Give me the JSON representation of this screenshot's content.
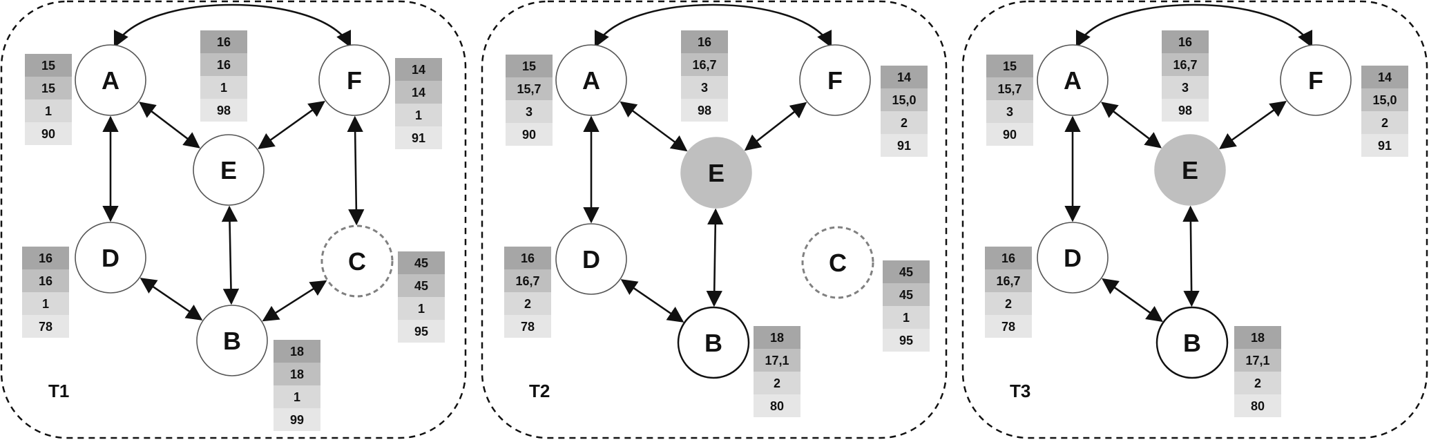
{
  "colors": {
    "row1": "#a6a6a6",
    "row2": "#bfbfbf",
    "row3": "#d9d9d9",
    "row4": "#e6e6e6",
    "highlight_node": "#bfbfbf",
    "dashed_node": "#808080"
  },
  "panels": [
    {
      "label": "T1",
      "nodes": [
        {
          "id": "A",
          "label": "A",
          "style": "normal",
          "values": [
            "15",
            "15",
            "1",
            "90"
          ]
        },
        {
          "id": "E",
          "label": "E",
          "style": "normal",
          "values": [
            "16",
            "16",
            "1",
            "98"
          ]
        },
        {
          "id": "F",
          "label": "F",
          "style": "normal",
          "values": [
            "14",
            "14",
            "1",
            "91"
          ]
        },
        {
          "id": "D",
          "label": "D",
          "style": "normal",
          "values": [
            "16",
            "16",
            "1",
            "78"
          ]
        },
        {
          "id": "C",
          "label": "C",
          "style": "dashed",
          "values": [
            "45",
            "45",
            "1",
            "95"
          ]
        },
        {
          "id": "B",
          "label": "B",
          "style": "normal",
          "values": [
            "18",
            "18",
            "1",
            "99"
          ]
        }
      ],
      "edges": [
        [
          "A",
          "F"
        ],
        [
          "A",
          "E"
        ],
        [
          "F",
          "E"
        ],
        [
          "A",
          "D"
        ],
        [
          "F",
          "C"
        ],
        [
          "E",
          "B"
        ],
        [
          "D",
          "B"
        ],
        [
          "C",
          "B"
        ]
      ]
    },
    {
      "label": "T2",
      "nodes": [
        {
          "id": "A",
          "label": "A",
          "style": "normal",
          "values": [
            "15",
            "15,7",
            "3",
            "90"
          ]
        },
        {
          "id": "E",
          "label": "E",
          "style": "highlight",
          "values": [
            "16",
            "16,7",
            "3",
            "98"
          ]
        },
        {
          "id": "F",
          "label": "F",
          "style": "normal",
          "values": [
            "14",
            "15,0",
            "2",
            "91"
          ]
        },
        {
          "id": "D",
          "label": "D",
          "style": "normal",
          "values": [
            "16",
            "16,7",
            "2",
            "78"
          ]
        },
        {
          "id": "C",
          "label": "C",
          "style": "dashed",
          "values": [
            "45",
            "45",
            "1",
            "95"
          ]
        },
        {
          "id": "B",
          "label": "B",
          "style": "bold",
          "values": [
            "18",
            "17,1",
            "2",
            "80"
          ]
        }
      ],
      "edges": [
        [
          "A",
          "F"
        ],
        [
          "A",
          "E"
        ],
        [
          "F",
          "E"
        ],
        [
          "A",
          "D"
        ],
        [
          "E",
          "B"
        ],
        [
          "D",
          "B"
        ]
      ]
    },
    {
      "label": "T3",
      "nodes": [
        {
          "id": "A",
          "label": "A",
          "style": "normal",
          "values": [
            "15",
            "15,7",
            "3",
            "90"
          ]
        },
        {
          "id": "E",
          "label": "E",
          "style": "highlight",
          "values": [
            "16",
            "16,7",
            "3",
            "98"
          ]
        },
        {
          "id": "F",
          "label": "F",
          "style": "normal",
          "values": [
            "14",
            "15,0",
            "2",
            "91"
          ]
        },
        {
          "id": "D",
          "label": "D",
          "style": "normal",
          "values": [
            "16",
            "16,7",
            "2",
            "78"
          ]
        },
        {
          "id": "B",
          "label": "B",
          "style": "bold",
          "values": [
            "18",
            "17,1",
            "2",
            "80"
          ]
        }
      ],
      "edges": [
        [
          "A",
          "F"
        ],
        [
          "A",
          "E"
        ],
        [
          "F",
          "E"
        ],
        [
          "A",
          "D"
        ],
        [
          "E",
          "B"
        ],
        [
          "D",
          "B"
        ]
      ]
    }
  ]
}
